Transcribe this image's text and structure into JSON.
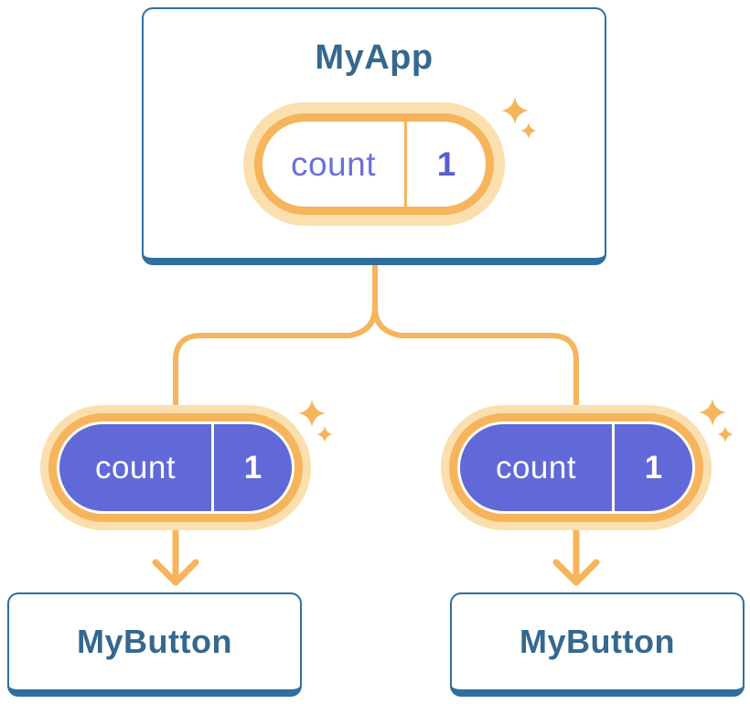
{
  "diagram": {
    "description": "Component tree showing state shared from a parent to two children",
    "tree": {
      "root": {
        "title": "MyApp",
        "state_pill": {
          "label": "count",
          "value": "1"
        }
      },
      "children": [
        {
          "title": "MyButton",
          "prop_pill": {
            "label": "count",
            "value": "1"
          }
        },
        {
          "title": "MyButton",
          "prop_pill": {
            "label": "count",
            "value": "1"
          }
        }
      ]
    },
    "icons": {
      "sparkle": "four-point star",
      "arrow": "downward chevron arrow"
    },
    "colors": {
      "card_border_blue": "#2F6E9E",
      "title_text_blue": "#35688F",
      "accent_orange": "#F6B45C",
      "halo_cream": "#FBDFAE",
      "pill_purple": "#6169D8",
      "pill_label_indigo": "#6B70DC",
      "pill_value_indigo": "#585FD2"
    }
  }
}
